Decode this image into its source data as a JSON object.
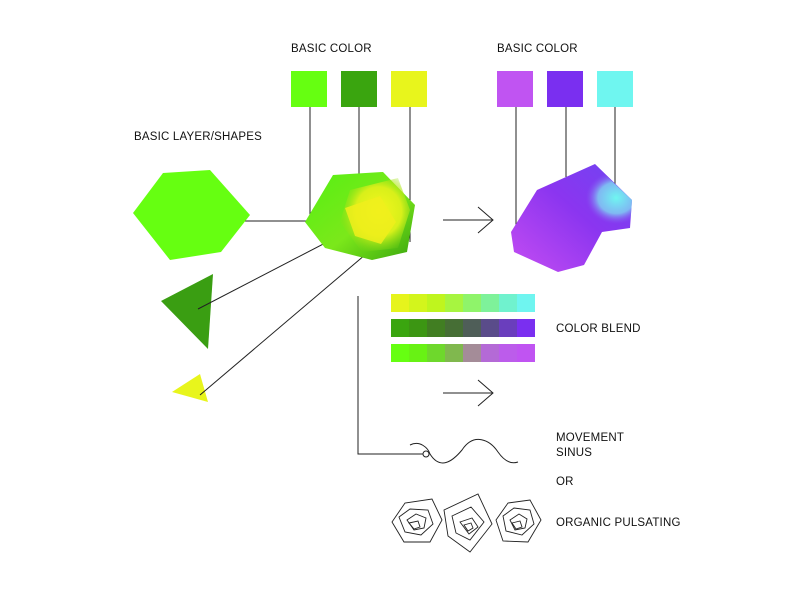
{
  "labels": {
    "basic_color_left": "BASIC COLOR",
    "basic_color_right": "BASIC COLOR",
    "basic_layer_shapes": "BASIC LAYER/SHAPES",
    "color_blend": "COLOR BLEND",
    "movement_sinus_line1": "MOVEMENT",
    "movement_sinus_line2": "SINUS",
    "or": "OR",
    "organic_pulsating": "ORGANIC PULSATING"
  },
  "colors": {
    "left_swatches": [
      "#66ff11",
      "#3aa50f",
      "#e8f51c"
    ],
    "right_swatches": [
      "#c054f2",
      "#7a2ff0",
      "#6ff6f0"
    ],
    "shape_large": "#66ff11",
    "shape_medium": "#3a9e12",
    "shape_small": "#e8f51c",
    "line": "#222222"
  },
  "blend_rows": [
    [
      "#e6f41c",
      "#d3f51c",
      "#bff51e",
      "#a7f540",
      "#8ff46a",
      "#7ef29a",
      "#70f2ce",
      "#6ff5f0"
    ],
    [
      "#3aa50f",
      "#3c9613",
      "#417e22",
      "#466e35",
      "#4f5e58",
      "#5a4c8a",
      "#6a3ebd",
      "#7a2ff0"
    ],
    [
      "#66ff11",
      "#68f214",
      "#6ed82c",
      "#80b84e",
      "#a48c98",
      "#b46ad6",
      "#bc5ceb",
      "#c054f2"
    ]
  ]
}
